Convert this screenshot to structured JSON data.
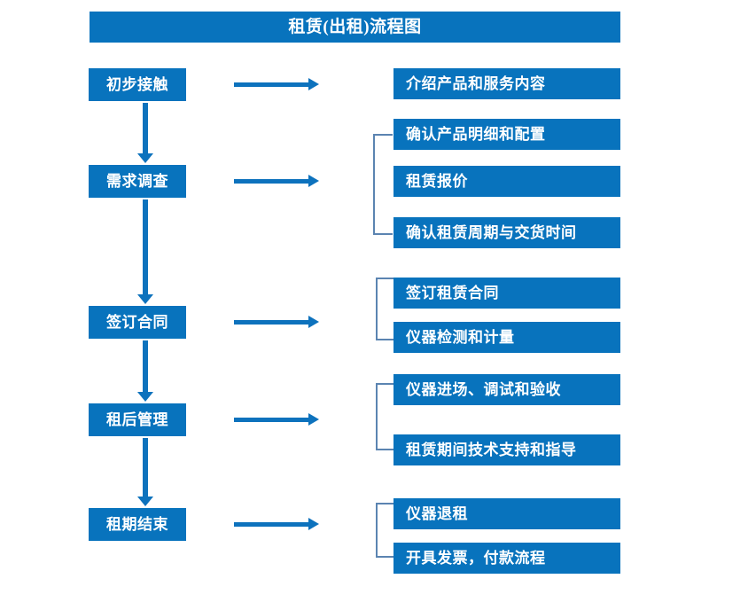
{
  "header": {
    "title": "租赁(出租)流程图"
  },
  "colors": {
    "box_blue": "#0873bd",
    "arrow_blue": "#0d72bd",
    "bracket_blue": "#5b84b1",
    "box_text": "#ffffff",
    "background": "#ffffff"
  },
  "stages": [
    {
      "label": "初步接触"
    },
    {
      "label": "需求调查"
    },
    {
      "label": "签订合同"
    },
    {
      "label": "租后管理"
    },
    {
      "label": "租期结束"
    }
  ],
  "details": [
    {
      "label": "介绍产品和服务内容"
    },
    {
      "label": "确认产品明细和配置"
    },
    {
      "label": "租赁报价"
    },
    {
      "label": "确认租赁周期与交货时间"
    },
    {
      "label": "签订租赁合同"
    },
    {
      "label": "仪器检测和计量"
    },
    {
      "label": "仪器进场、调试和验收"
    },
    {
      "label": "租赁期间技术支持和指导"
    },
    {
      "label": "仪器退租"
    },
    {
      "label": "开具发票，付款流程"
    }
  ]
}
